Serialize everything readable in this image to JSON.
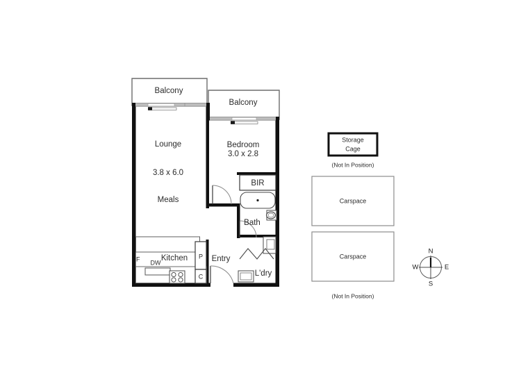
{
  "plan": {
    "title": "apartment-floor-plan",
    "rooms": [
      {
        "key": "balcony_lounge",
        "label": "Balcony"
      },
      {
        "key": "balcony_bedroom",
        "label": "Balcony"
      },
      {
        "key": "lounge",
        "label": "Lounge"
      },
      {
        "key": "lounge_dim",
        "label": "3.8 x 6.0"
      },
      {
        "key": "meals",
        "label": "Meals"
      },
      {
        "key": "bedroom",
        "label": "Bedroom"
      },
      {
        "key": "bedroom_dim",
        "label": "3.0 x 2.8"
      },
      {
        "key": "bir",
        "label": "BIR"
      },
      {
        "key": "bath",
        "label": "Bath"
      },
      {
        "key": "laundry",
        "label": "L'dry"
      },
      {
        "key": "kitchen",
        "label": "Kitchen"
      },
      {
        "key": "entry",
        "label": "Entry"
      }
    ],
    "fixtures": [
      {
        "key": "fridge",
        "label": "F"
      },
      {
        "key": "dishwasher",
        "label": "DW"
      },
      {
        "key": "pantry",
        "label": "P"
      },
      {
        "key": "cupboard",
        "label": "C"
      }
    ]
  },
  "extras": {
    "storage": {
      "label_line1": "Storage",
      "label_line2": "Cage",
      "note": "(Not In Position)"
    },
    "carspace_1": {
      "label": "Carspace"
    },
    "carspace_2": {
      "label": "Carspace"
    },
    "carspace_note": "(Not In Position)"
  },
  "compass": {
    "north": "N",
    "south": "S",
    "east": "E",
    "west": "W"
  },
  "colors": {
    "wall": "#111111",
    "thin_wall": "#5a5a5a",
    "glazing": "#b9b9b9",
    "text": "#2b2b2b",
    "light_line": "#8a8a8a",
    "background": "#ffffff"
  }
}
